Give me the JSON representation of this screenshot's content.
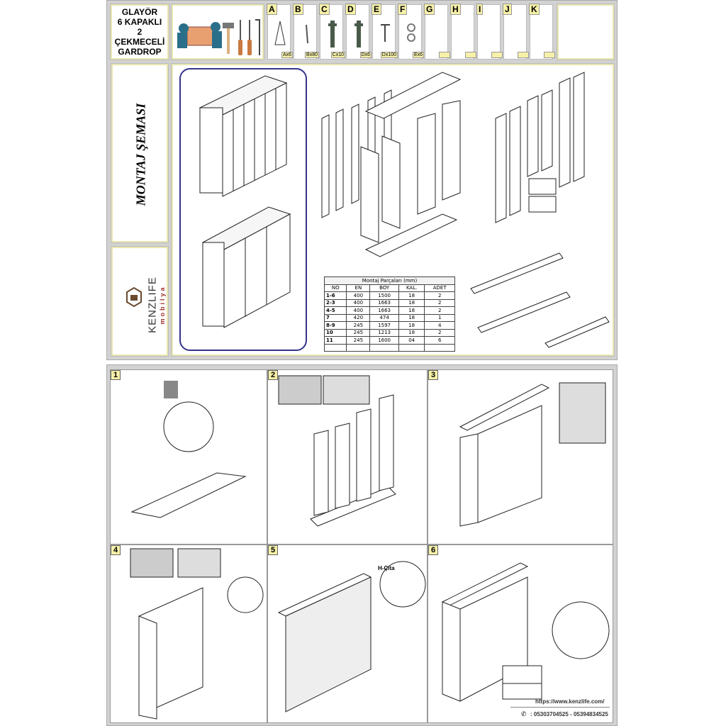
{
  "header": {
    "title_lines": [
      "GLAYÖR",
      "6 KAPAKLI",
      "2 ÇEKMECELİ",
      "GARDROP"
    ]
  },
  "parts": [
    {
      "letter": "A",
      "qty": "Ax6",
      "icon": "leg-icon"
    },
    {
      "letter": "B",
      "qty": "Bx80",
      "icon": "nail-icon"
    },
    {
      "letter": "C",
      "qty": "Cx10",
      "icon": "hinge-icon"
    },
    {
      "letter": "D",
      "qty": "Dx6",
      "icon": "hinge-icon"
    },
    {
      "letter": "E",
      "qty": "Dx100",
      "icon": "screw-icon"
    },
    {
      "letter": "F",
      "qty": "Ex6",
      "icon": "rod-holder-icon"
    },
    {
      "letter": "G",
      "qty": ""
    },
    {
      "letter": "H",
      "qty": ""
    },
    {
      "letter": "I",
      "qty": ""
    },
    {
      "letter": "J",
      "qty": ""
    },
    {
      "letter": "K",
      "qty": ""
    }
  ],
  "side": {
    "section_title": "MONTAJ ŞEMASI",
    "brand": "KENZLIFE",
    "brand_sub": "mobilya"
  },
  "table": {
    "caption": "Montaj Parçaları (mm)",
    "headers": [
      "NO",
      "EN",
      "BOY",
      "KAL.",
      "ADET"
    ],
    "rows": [
      [
        "1-6",
        "400",
        "1500",
        "18",
        "2"
      ],
      [
        "2-3",
        "400",
        "1663",
        "18",
        "2"
      ],
      [
        "4-5",
        "400",
        "1663",
        "18",
        "2"
      ],
      [
        "7",
        "420",
        "474",
        "18",
        "1"
      ],
      [
        "8-9",
        "245",
        "1597",
        "18",
        "4"
      ],
      [
        "10",
        "245",
        "1213",
        "18",
        "2"
      ],
      [
        "11",
        "245",
        "1600",
        "04",
        "6"
      ]
    ]
  },
  "steps": [
    {
      "num": "1"
    },
    {
      "num": "2"
    },
    {
      "num": "3"
    },
    {
      "num": "4"
    },
    {
      "num": "5"
    },
    {
      "num": "6"
    }
  ],
  "labels": {
    "h_cita": "H-Çıta"
  },
  "footer": {
    "website": "https://www.kenzlife.com/",
    "phones": ": 05303704525 - 05394834525"
  }
}
